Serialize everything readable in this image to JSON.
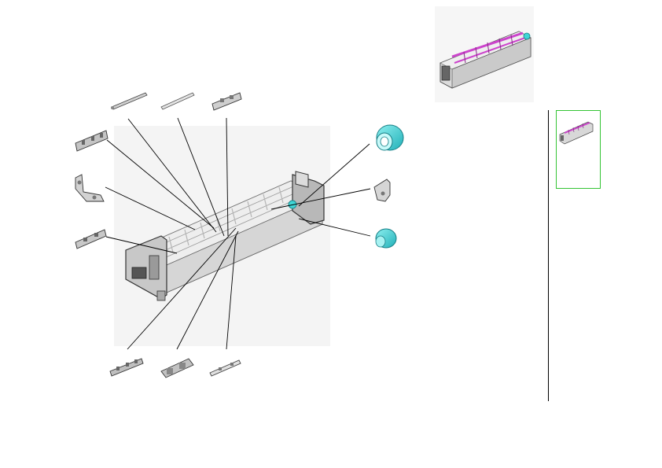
{
  "view": {
    "kind": "exploded-parts-diagram",
    "colors": {
      "outline": "#3a3a3a",
      "metal_fill": "#e6e6e6",
      "roller_cyan": "#3fd6d6",
      "highlight_magenta": "#cc44cc",
      "thumb_border": "#34c434",
      "leader_line": "#000000"
    }
  },
  "parts": [
    {
      "id": "guide-rod-1"
    },
    {
      "id": "guide-rod-2"
    },
    {
      "id": "bracket-top"
    },
    {
      "id": "bracket-left-top"
    },
    {
      "id": "bracket-left-mid"
    },
    {
      "id": "bracket-left-low"
    },
    {
      "id": "bearing-top"
    },
    {
      "id": "bracket-right"
    },
    {
      "id": "bearing-low"
    },
    {
      "id": "plate-bottom-1"
    },
    {
      "id": "plate-bottom-2"
    },
    {
      "id": "plate-bottom-3"
    }
  ],
  "thumbnail": {
    "selected": true
  }
}
